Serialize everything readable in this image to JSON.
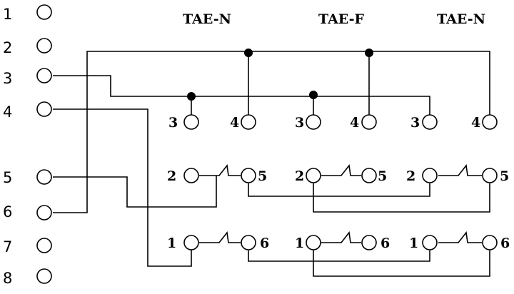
{
  "row_labels": [
    "1",
    "2",
    "3",
    "4",
    "5",
    "6",
    "7",
    "8"
  ],
  "headers": [
    "TAE-N",
    "TAE-F",
    "TAE-N"
  ],
  "sockets": [
    {
      "name": "TAE-N",
      "pins": {
        "p3": "3",
        "p4": "4",
        "p2": "2",
        "p5": "5",
        "p1": "1",
        "p6": "6"
      }
    },
    {
      "name": "TAE-F",
      "pins": {
        "p3": "3",
        "p4": "4",
        "p2": "2",
        "p5": "5",
        "p1": "1",
        "p6": "6"
      }
    },
    {
      "name": "TAE-N",
      "pins": {
        "p3": "3",
        "p4": "4",
        "p2": "2",
        "p5": "5",
        "p1": "1",
        "p6": "6"
      }
    }
  ]
}
